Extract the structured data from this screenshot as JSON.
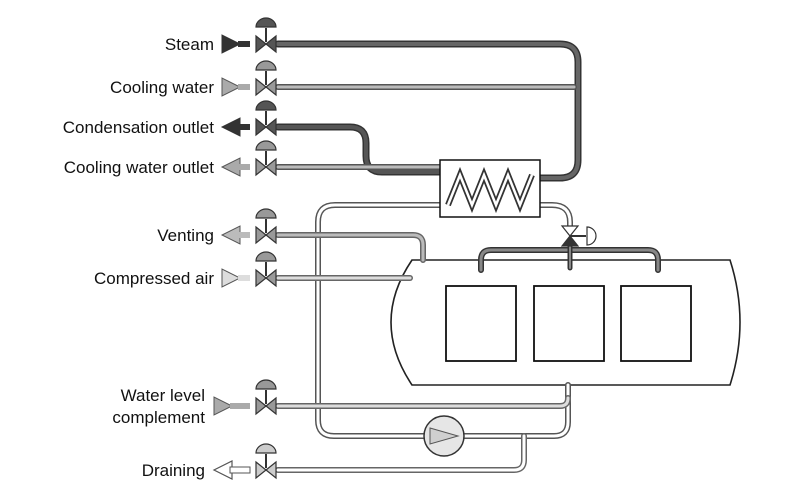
{
  "labels": {
    "steam": "Steam",
    "cooling_water": "Cooling water",
    "condensation_outlet": "Condensation outlet",
    "cooling_water_outlet": "Cooling water outlet",
    "venting": "Venting",
    "compressed_air": "Compressed air",
    "water_level_complement_line1": "Water level",
    "water_level_complement_line2": "complement",
    "draining": "Draining"
  },
  "colors": {
    "steam": "#4a4a4a",
    "condensation": "#4a4a4a",
    "cooling_water": "#a0a0a0",
    "water_circuit": "#b5b5b5",
    "vessel_outline": "#222222",
    "valve_dark": "#555555",
    "valve_mid": "#888888"
  },
  "icons": {
    "valve": "diaphragm-valve-icon",
    "pump": "circulation-pump-icon",
    "heat_exchanger": "heat-exchanger-icon"
  }
}
